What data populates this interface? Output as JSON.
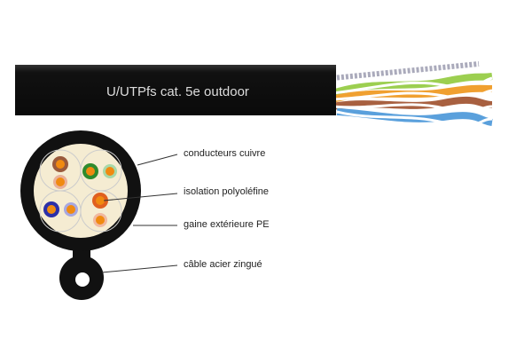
{
  "cable": {
    "label": "U/UTPfs cat. 5e outdoor"
  },
  "labels": {
    "conductors": "conducteurs cuivre",
    "insulation": "isolation polyoléfine",
    "jacket": "gaine extérieure PE",
    "messenger": "câble acier zingué"
  },
  "colors": {
    "jacket": "#111111",
    "filler": "#f5ecd2",
    "brown": "#9a5a3c",
    "green": "#2e8b2e",
    "blue": "#2b2fa8",
    "orange": "#e07020",
    "copper": "#f08a10"
  }
}
